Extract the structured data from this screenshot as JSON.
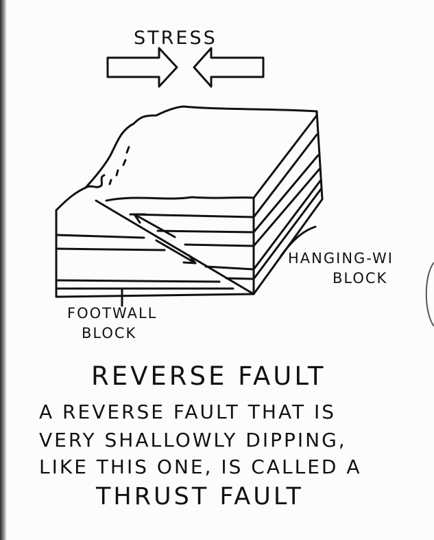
{
  "diagram": {
    "stress_label": "STRESS",
    "hanging_wall": [
      "HANGING-WI",
      "BLOCK"
    ],
    "footwall": [
      "FOOTWALL",
      "BLOCK"
    ],
    "title": "REVERSE FAULT",
    "description": [
      "A REVERSE FAULT THAT IS",
      "VERY SHALLOWLY DIPPING,",
      "LIKE THIS ONE, IS CALLED A"
    ],
    "term": "THRUST FAULT"
  },
  "colors": {
    "ink": "#111111",
    "paper": "#fcfcfc"
  }
}
